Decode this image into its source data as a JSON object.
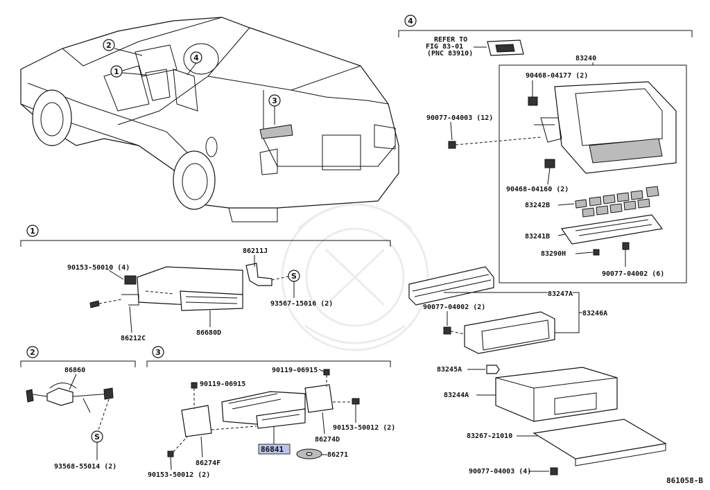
{
  "figure_id": "861058-B",
  "sections": {
    "s1": "1",
    "s2": "2",
    "s3": "3",
    "s4": "4"
  },
  "car_markers": [
    "1",
    "2",
    "3",
    "4"
  ],
  "refer": {
    "line1": "REFER TO",
    "line2": "FIG 83-01",
    "line3": "(PNC 83910)"
  },
  "labels": {
    "p90153_50010": "90153-50010 (4)",
    "p86211J": "86211J",
    "p93567_15016": "93567-15016 (2)",
    "p86212C": "86212C",
    "p86680D": "86680D",
    "p86860": "86860",
    "p93568_55014": "93568-55014 (2)",
    "p90119_06915_a": "90119-06915",
    "p90119_06915_b": "90119-06915",
    "p90153_50012_a": "90153-50012 (2)",
    "p86274D": "86274D",
    "p86274F": "86274F",
    "p86841": "86841",
    "p86271": "86271",
    "p90153_50012_b": "90153-50012 (2)",
    "p83240": "83240",
    "p90468_04177": "90468-04177 (2)",
    "p90077_04003_12": "90077-04003 (12)",
    "p90468_04160": "90468-04160 (2)",
    "p83242B": "83242B",
    "p83241B": "83241B",
    "p83290H": "83290H",
    "p90077_04002_6": "90077-04002 (6)",
    "p83247A": "83247A",
    "p83246A": "83246A",
    "p90077_04002_2": "90077-04002 (2)",
    "p83245A": "83245A",
    "p83244A": "83244A",
    "p83267_21010": "83267-21010",
    "p90077_04003_4": "90077-04003 (4)"
  },
  "clip_marker": "S",
  "highlight_color": "#b8c4ea"
}
